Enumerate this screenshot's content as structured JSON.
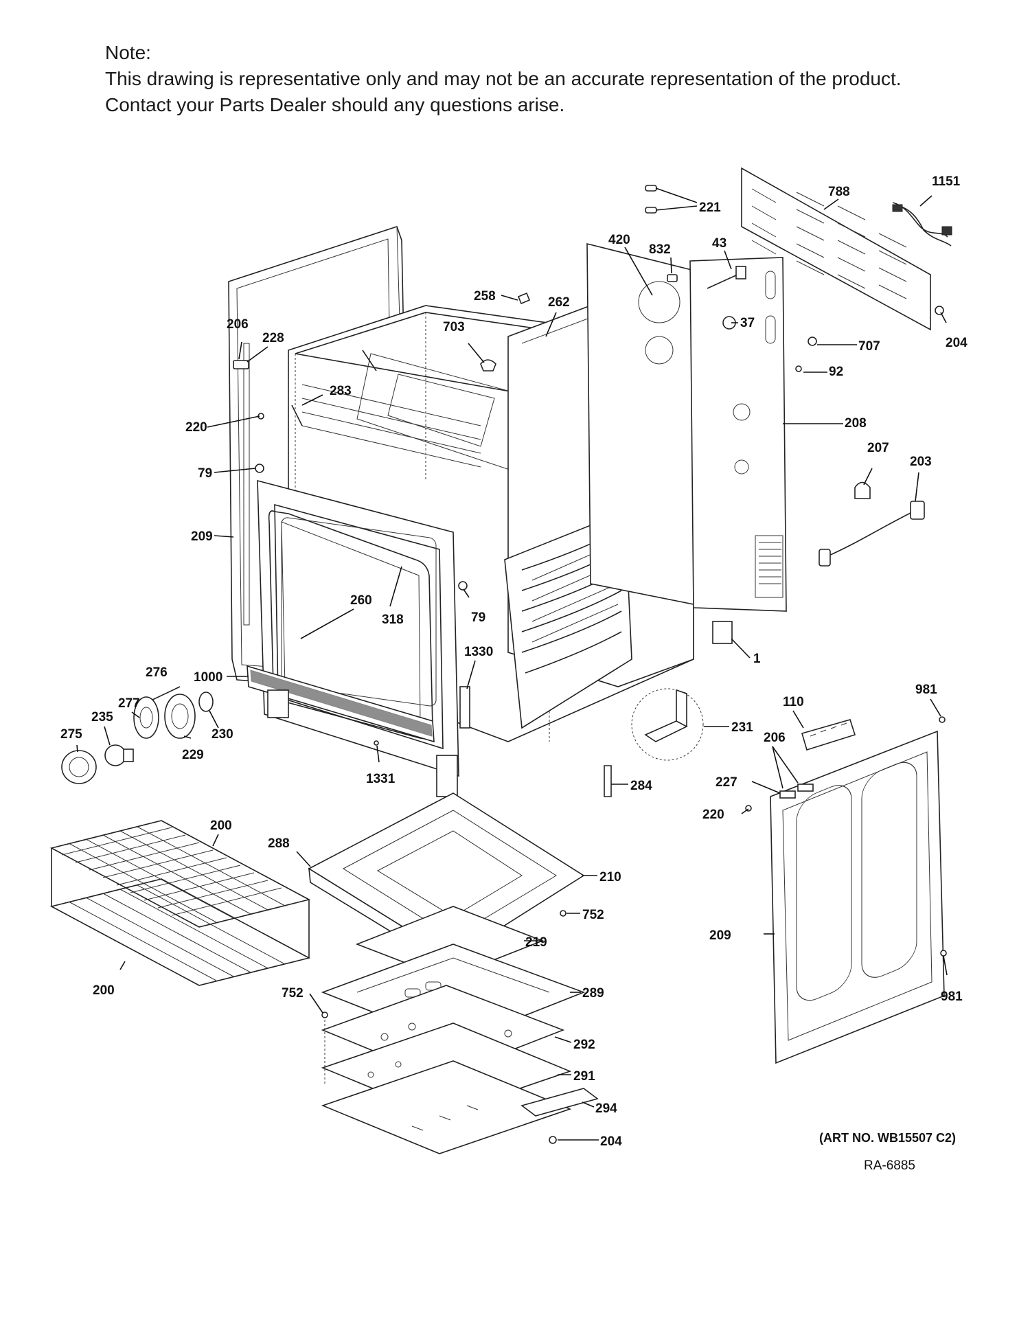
{
  "note": {
    "heading": "Note:",
    "line1": "This drawing is representative only and may not be an accurate representation of the product.",
    "line2": "Contact your Parts Dealer should any questions arise."
  },
  "footer": {
    "art_no": "(ART NO. WB15507 C2)",
    "ra_code": "RA-6885"
  },
  "part_labels": [
    {
      "id": "1151"
    },
    {
      "id": "788"
    },
    {
      "id": "221"
    },
    {
      "id": "420"
    },
    {
      "id": "832"
    },
    {
      "id": "43"
    },
    {
      "id": "258"
    },
    {
      "id": "262"
    },
    {
      "id": "37"
    },
    {
      "id": "204"
    },
    {
      "id": "707"
    },
    {
      "id": "206"
    },
    {
      "id": "228"
    },
    {
      "id": "703"
    },
    {
      "id": "92"
    },
    {
      "id": "283"
    },
    {
      "id": "208"
    },
    {
      "id": "220"
    },
    {
      "id": "207"
    },
    {
      "id": "203"
    },
    {
      "id": "79"
    },
    {
      "id": "209"
    },
    {
      "id": "260"
    },
    {
      "id": "318"
    },
    {
      "id": "79"
    },
    {
      "id": "1"
    },
    {
      "id": "276"
    },
    {
      "id": "1000"
    },
    {
      "id": "1330"
    },
    {
      "id": "981"
    },
    {
      "id": "277"
    },
    {
      "id": "235"
    },
    {
      "id": "110"
    },
    {
      "id": "275"
    },
    {
      "id": "230"
    },
    {
      "id": "231"
    },
    {
      "id": "229"
    },
    {
      "id": "206"
    },
    {
      "id": "1331"
    },
    {
      "id": "227"
    },
    {
      "id": "284"
    },
    {
      "id": "220"
    },
    {
      "id": "200"
    },
    {
      "id": "288"
    },
    {
      "id": "210"
    },
    {
      "id": "752"
    },
    {
      "id": "219"
    },
    {
      "id": "209"
    },
    {
      "id": "200"
    },
    {
      "id": "752"
    },
    {
      "id": "289"
    },
    {
      "id": "981"
    },
    {
      "id": "292"
    },
    {
      "id": "291"
    },
    {
      "id": "294"
    },
    {
      "id": "204"
    }
  ]
}
